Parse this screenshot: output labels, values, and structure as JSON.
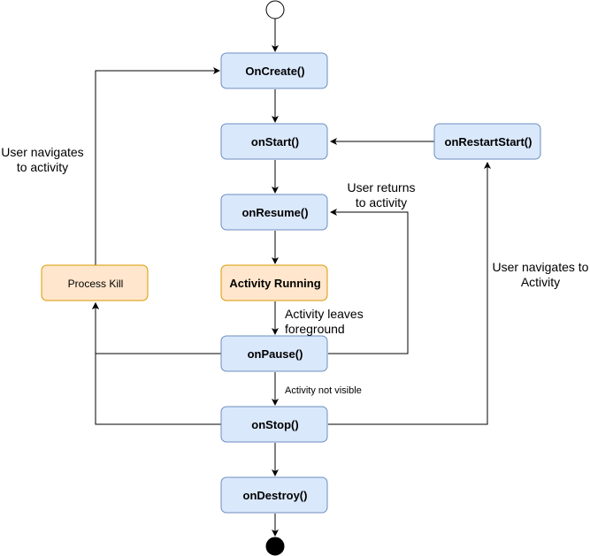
{
  "colors": {
    "node_fill": "#dae8fc",
    "node_stroke": "#6c8ebf",
    "highlight_fill": "#ffe6cc",
    "highlight_stroke": "#d79b00",
    "line": "#000000"
  },
  "nodes": {
    "on_create": "OnCreate()",
    "on_start": "onStart()",
    "on_restart_start": "onRestartStart()",
    "on_resume": "onResume()",
    "activity_running": "Activity Running",
    "process_kill": "Process Kill",
    "on_pause": "onPause()",
    "on_stop": "onStop()",
    "on_destroy": "onDestroy()"
  },
  "edge_labels": {
    "user_navigates_left": [
      "User navigates",
      "to activity"
    ],
    "user_returns": [
      "User  returns",
      "to activity"
    ],
    "user_navigates_right": [
      "User navigates to",
      "Activity"
    ],
    "activity_leaves": [
      "Activity leaves",
      "foreground"
    ],
    "activity_not_visible": "Activity  not visible"
  }
}
